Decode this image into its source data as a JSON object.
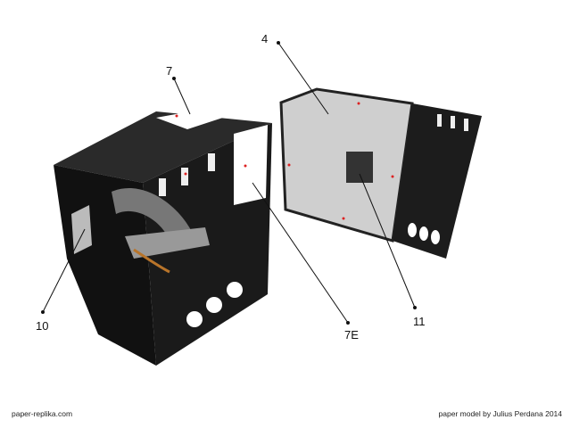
{
  "labels": {
    "part4": "4",
    "part7": "7",
    "part10": "10",
    "part7e": "7E",
    "part11": "11"
  },
  "footer": {
    "left": "paper-replika.com",
    "right": "paper model by Julius Perdana 2014"
  },
  "colors": {
    "dark": "#1c1c1c",
    "grey": "#cfcfcf",
    "marker": "#d22"
  }
}
